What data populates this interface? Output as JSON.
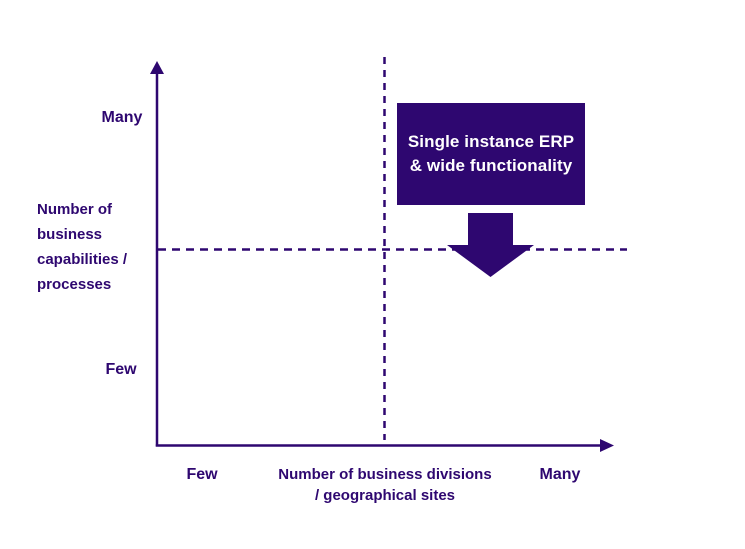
{
  "diagram": {
    "colors": {
      "purple": "#2e0770",
      "box_text": "#ffffff",
      "background": "#ffffff"
    },
    "callout": {
      "lines": [
        "Single instance ERP",
        "& wide functionality"
      ]
    },
    "y_axis": {
      "top_tick_label": "Many",
      "bottom_tick_label": "Few",
      "title_lines": [
        "Number of",
        "business",
        "capabilities /",
        "processes"
      ]
    },
    "x_axis": {
      "left_tick_label": "Few",
      "right_tick_label": "Many",
      "title_lines": [
        "Number of business divisions",
        "/ geographical sites"
      ]
    }
  }
}
